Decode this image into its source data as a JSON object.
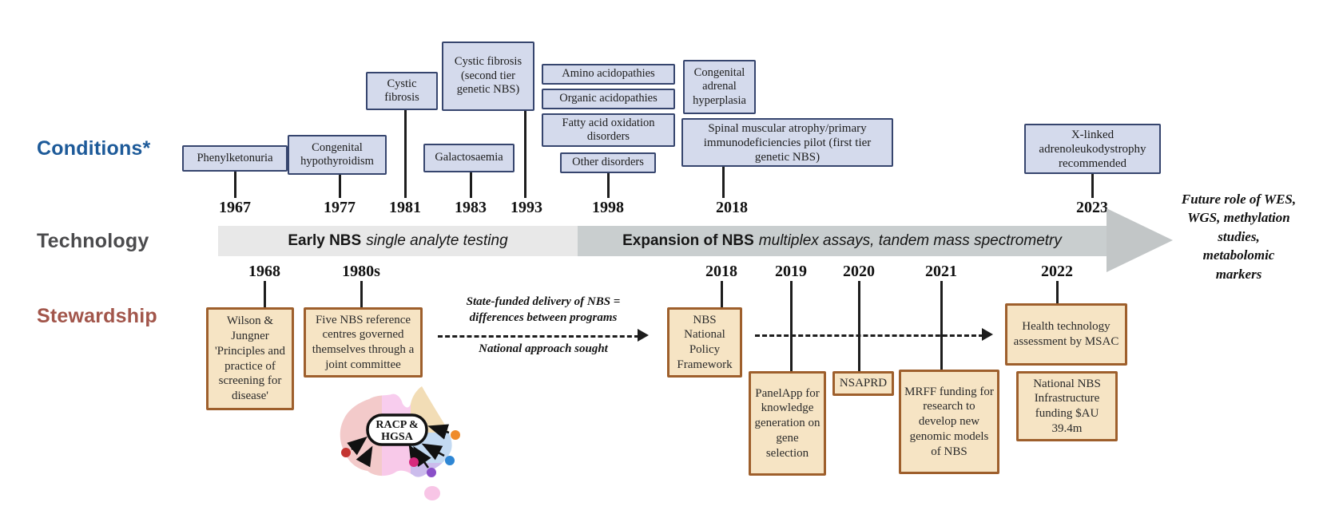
{
  "rows": {
    "conditions": "Conditions*",
    "technology": "Technology",
    "stewardship": "Stewardship"
  },
  "colors": {
    "conditions_label": "#1d5a99",
    "technology_label": "#4b4b4d",
    "stewardship_label": "#a2564b",
    "condition_box_fill": "#d4daec",
    "condition_box_border": "#36456e",
    "stewardship_box_fill": "#f6e4c4",
    "stewardship_box_border": "#9e5f2c",
    "era1_fill": "#e8e8e8",
    "era2_fill": "#c9cecf",
    "arrow_fill": "#c2c6c7"
  },
  "conditions": {
    "items": [
      "Phenylketonuria",
      "Congenital hypothyroidism",
      "Cystic fibrosis",
      "Cystic fibrosis (second tier genetic NBS)",
      "Galactosaemia",
      "Amino acidopathies",
      "Organic acidopathies",
      "Fatty acid oxidation disorders",
      "Other disorders",
      "Congenital adrenal hyperplasia",
      "Spinal muscular atrophy/primary immunodeficiencies pilot (first tier genetic NBS)",
      "X-linked adrenoleukodystrophy recommended"
    ],
    "years": [
      "1967",
      "1977",
      "1981",
      "1983",
      "1993",
      "1998",
      "2018",
      "2023"
    ]
  },
  "technology": {
    "era1": {
      "bold": "Early NBS",
      "italic": "single analyte testing"
    },
    "era2": {
      "bold": "Expansion of NBS",
      "italic": "multiplex assays, tandem mass spectrometry"
    },
    "future_note": "Future role of WES, WGS, methylation studies, metabolomic markers"
  },
  "stewardship": {
    "years": [
      "1968",
      "1980s",
      "2018",
      "2019",
      "2020",
      "2021",
      "2022"
    ],
    "items": [
      "Wilson & Jungner 'Principles and practice of screening for disease'",
      "Five NBS reference centres governed themselves through a joint committee",
      "NBS National Policy Framework",
      "PanelApp for knowledge generation on gene selection",
      "NSAPRD",
      "MRFF funding for research to develop new genomic models of NBS",
      "Health technology assessment by MSAC",
      "National NBS Infrastructure funding $AU 39.4m"
    ],
    "annotations": {
      "top": "State-funded delivery of NBS = differences between programs",
      "bottom": "National approach sought"
    },
    "map": {
      "org_line1": "RACP &",
      "org_line2": "HGSA"
    }
  }
}
